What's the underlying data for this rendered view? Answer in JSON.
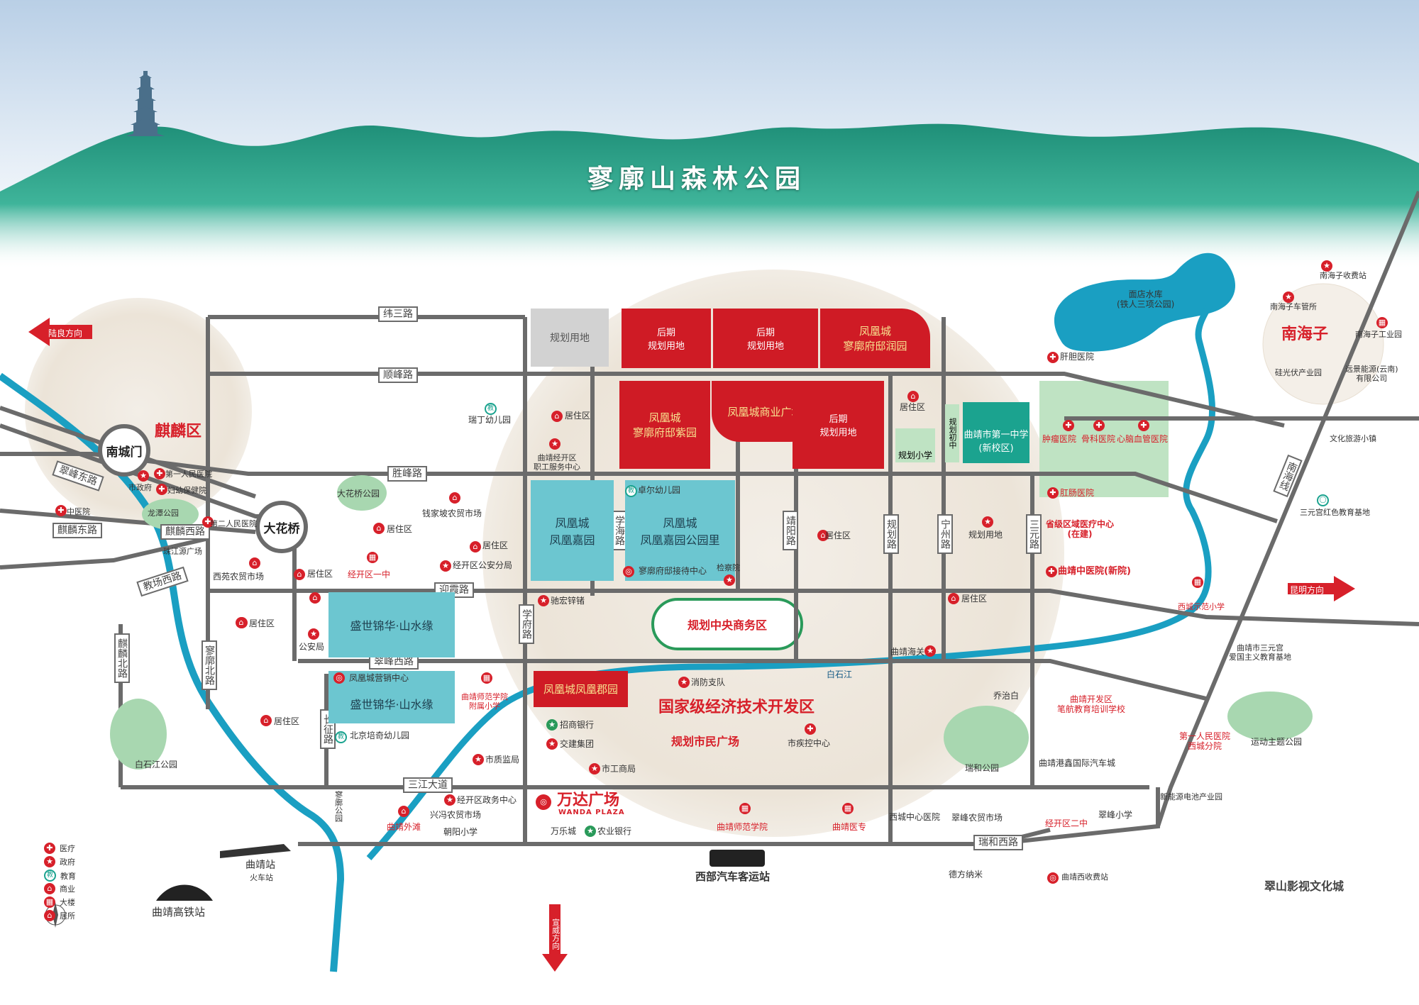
{
  "title": "寥廓山森林公园",
  "colors": {
    "road": "#6b6b6b",
    "river": "#1a9fc2",
    "red_block": "#cf1b25",
    "teal_block": "#6cc6d0",
    "hospital_green": "#bfe3c3"
  },
  "districts": {
    "qilin": "麒麟区",
    "nanhaizi": "南海子",
    "econ_zone": "国家级经济技术开发区"
  },
  "nodes": {
    "nanchengmen": "南城门",
    "dahuaqiao": "大花桥"
  },
  "directions": {
    "luliang": "陆良方向",
    "kunming": "昆明方向",
    "xuanwei": "宣威方向"
  },
  "roads": {
    "weisan": "纬三路",
    "shunfeng": "顺峰路",
    "shengfeng": "胜峰路",
    "yingxia": "迎霞路",
    "cuifeng_west": "翠峰西路",
    "sanjiang": "三江大道",
    "cuifeng_east": "翠峰东路",
    "qilin_east": "麒麟东路",
    "qilin_west": "麒麟西路",
    "jiaochang_west": "教场西路",
    "qilin_north": "麒麟北路",
    "liaokuo": "寥廓北路",
    "changjiang": "长征路",
    "xuefu": "学府路",
    "xuehai": "学海路",
    "jingyang": "靖阳路",
    "guihua_road": "规划路",
    "ningzhou": "宁州路",
    "sanyuan": "三元路",
    "nannan": "南海线",
    "ruihe_west": "瑞和西路"
  },
  "blocks": {
    "guihua_land": "规划用地",
    "houqi1": "后期\n规划用地",
    "houqi2": "后期\n规划用地",
    "fhc_yirun": "凤凰城\n寥廓府邸润园",
    "fhc_commerce": "凤凰城商业广场",
    "fhc_yizi": "凤凰城\n寥廓府邸紫园",
    "houqi3": "后期\n规划用地",
    "fhc_jiayuan": "凤凰城\n凤凰嘉园",
    "fhc_jiayuan_park": "凤凰城\n凤凰嘉园公园里",
    "shengshi1": "盛世锦华·山水缘",
    "shengshi2": "盛世锦华·山水缘",
    "fhc_junyuan": "凤凰城凤凰郡园",
    "cbd": "规划中央商务区",
    "no1_school": "曲靖市第一中学\n(新校区)",
    "guihua_school": "规划小学",
    "guihua_middle": "规划初中"
  },
  "pois": {
    "ruiding_kg": "瑞丁幼儿园",
    "juzhu1": "居住区",
    "qjkfq_service": "曲靖经开区\n职工服务中心",
    "zhuoer_kg": "卓尔幼儿园",
    "reception": "寥廓府邸接待中心",
    "jianchayuan": "检察院",
    "qianjia_market": "钱家坡农贸市场",
    "juzhu2": "居住区",
    "gongan_sub": "经开区公安分局",
    "school_no1": "经开区一中",
    "juzhu3": "居住区",
    "juzhu4": "居住区",
    "dahuaqiao_park": "大花桥公园",
    "people_hosp2": "第二人民医院",
    "xiyuan_market": "西苑农贸市场",
    "people_hosp1": "第一人民医院",
    "shizhengfu": "市政府",
    "fuyou": "妇幼保健院",
    "chinese_hosp": "中医院",
    "longtan_park": "龙潭公园",
    "zhujiang_square": "珠江源广场",
    "juzhu5": "居住区",
    "gonganju": "公安局",
    "juzhu6": "居住区",
    "juzhu7": "居住区",
    "chihong": "驰宏锌锗",
    "fhc_sales": "凤凰城营销中心",
    "normal_school": "曲靖师范学院\n附属小学",
    "beijing_kg": "北京培奇幼儿园",
    "juzhu8": "居住区",
    "baishijiang_park": "白石江公园",
    "xiaofang": "消防支队",
    "zhaoshang": "招商银行",
    "jiaojian": "交建集团",
    "zhijian": "市质监局",
    "shigong": "市工商局",
    "civic_square": "规划市民广场",
    "cdc": "市疾控中心",
    "juzhu9": "居住区",
    "qujing_customs": "曲靖海关",
    "juzhu10": "居住区",
    "guihua_yongdi": "规划用地",
    "tumor": "肿瘤医院",
    "bone": "骨科医院",
    "heart": "心脑血管医院",
    "gandan": "肝胆医院",
    "gangchang": "肛肠医院",
    "medical_center": "省级区域医疗中心\n(在建)",
    "tcm_new": "曲靖中医院(新院)",
    "reservoir": "面店水库\n(铁人三项公园)",
    "nhz_toll": "南海子收费站",
    "nhz_mgmt": "南海子车管所",
    "nhz_industry": "南海子工业园",
    "silicon": "硅光伏产业园",
    "yuanjing": "远景能源(云南)\n有限公司",
    "culture_town": "文化旅游小镇",
    "sanyuan_base": "三元宫红色教育基地",
    "xicheng_school": "西城示范小学",
    "sanyuangong": "曲靖市三元宫\n爱国主义教育基地",
    "qiaozhibai": "乔治白",
    "training_school": "曲靖开发区\n笔航教育培训学校",
    "ruihe_park": "瑞和公园",
    "gangxin": "曲靖港鑫国际汽车城",
    "people_hosp_west": "第一人民医院\n西城分院",
    "sports_park": "运动主题公园",
    "new_energy": "新能源电池产业园",
    "kfq_school2": "经开区二中",
    "cuifeng_school": "翠峰小学",
    "cuifeng_market": "翠峰农贸市场",
    "xicheng_hosp": "西城中心医院",
    "defang": "德方纳米",
    "qjxi_toll": "曲靖西收费站",
    "cuishan": "翠山影视文化城",
    "wanda_cn": "万达广场",
    "wanda_en": "WANDA PLAZA",
    "wanle": "万乐城",
    "abc_bank": "农业银行",
    "normal_univ": "曲靖师范学院",
    "medical_college": "曲靖医专",
    "bus_station": "西部汽车客运站",
    "gov_center": "经开区政务中心",
    "xingfeng_market": "兴冯农贸市场",
    "chaoyang": "朝阳小学",
    "qujing_waitan": "曲靖外滩",
    "qujing_station": "曲靖站",
    "train_station": "火车站",
    "hsr_station": "曲靖高铁站",
    "baishijiang": "白石江",
    "xinglong_park": "寥廓公园"
  },
  "legend": [
    {
      "icon": "hospital",
      "label": "医疗"
    },
    {
      "icon": "government",
      "label": "政府"
    },
    {
      "icon": "education",
      "label": "教育"
    },
    {
      "icon": "commerce",
      "label": "商业"
    },
    {
      "icon": "building",
      "label": "大楼"
    },
    {
      "icon": "residence",
      "label": "居所"
    }
  ]
}
